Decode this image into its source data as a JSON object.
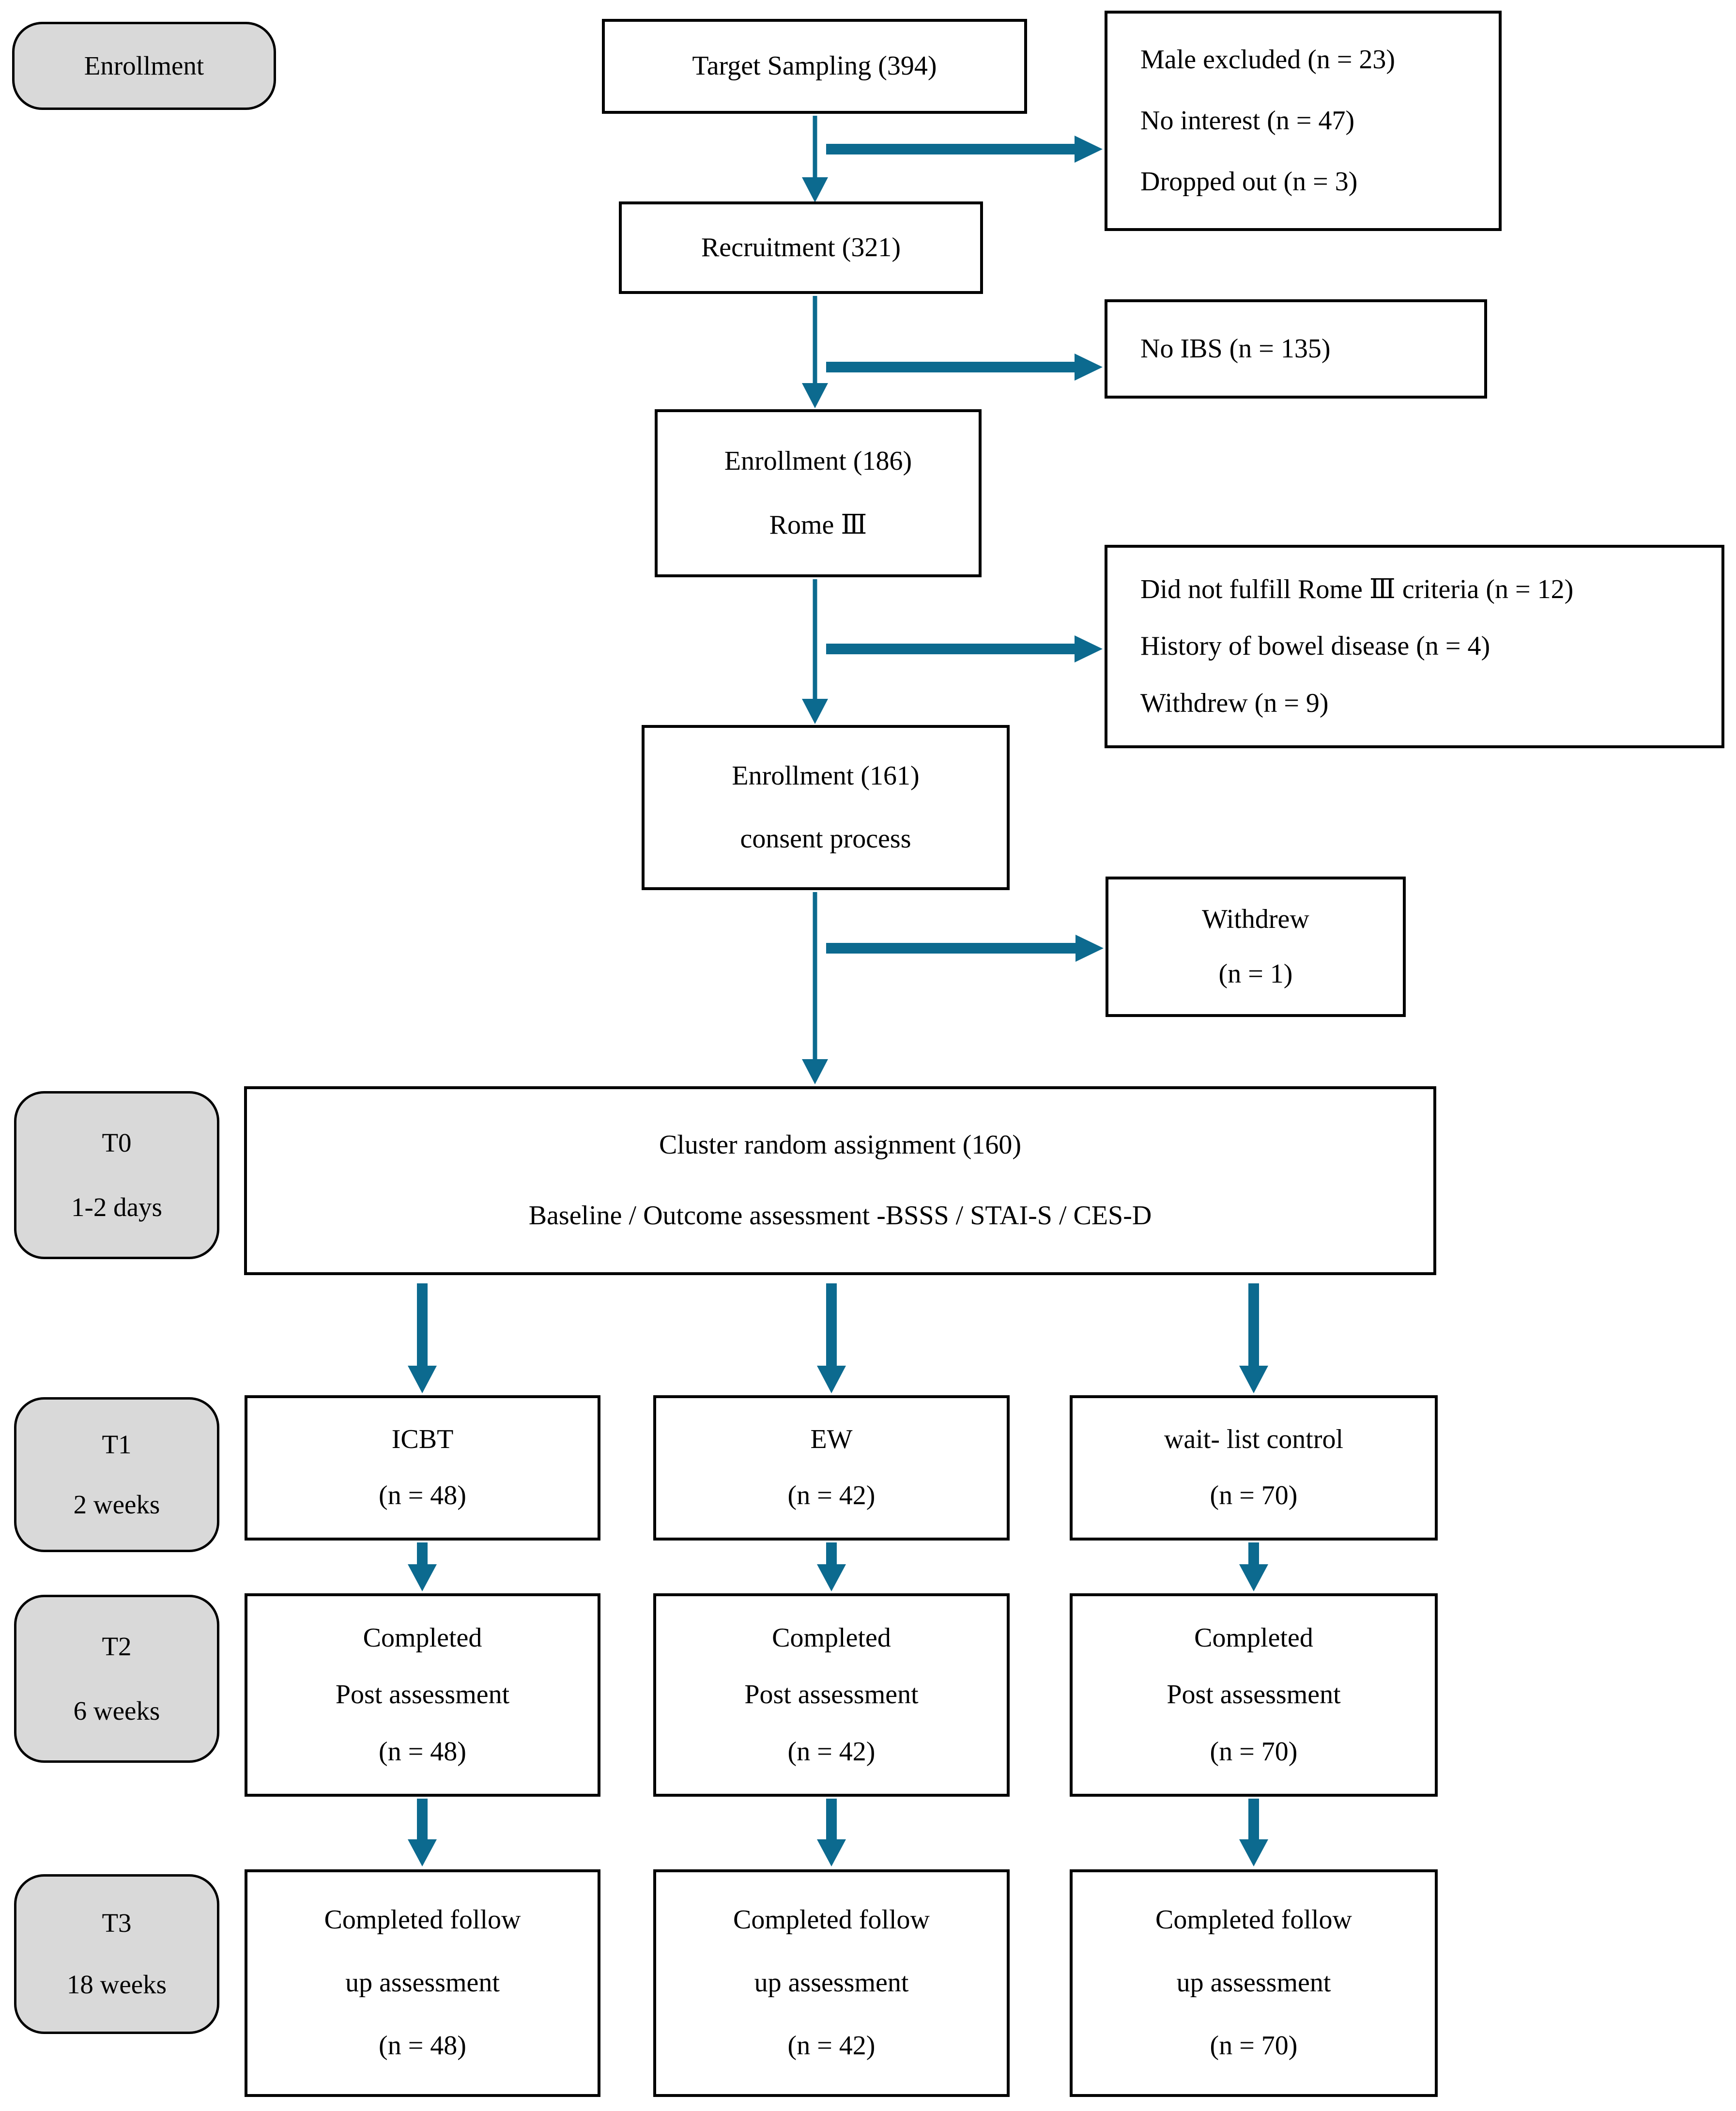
{
  "colors": {
    "arrow": "#0c6a8f",
    "label_fill": "#d9d9d9",
    "box_border": "#000000",
    "background": "#ffffff"
  },
  "stage_labels": {
    "enrollment": {
      "lines": [
        "Enrollment"
      ]
    },
    "t0": {
      "lines": [
        "T0",
        "1-2 days"
      ]
    },
    "t1": {
      "lines": [
        "T1",
        "2 weeks"
      ]
    },
    "t2": {
      "lines": [
        "T2",
        "6 weeks"
      ]
    },
    "t3": {
      "lines": [
        "T3",
        "18 weeks"
      ]
    }
  },
  "boxes": {
    "target_sampling": {
      "lines": [
        "Target Sampling (394)"
      ]
    },
    "pre_recruitment_exclusions": {
      "lines": [
        "Male excluded (n = 23)",
        "No interest (n = 47)",
        "Dropped out (n = 3)"
      ]
    },
    "recruitment": {
      "lines": [
        "Recruitment (321)"
      ]
    },
    "no_ibs": {
      "lines": [
        "No IBS (n = 135)"
      ]
    },
    "enrollment_rome": {
      "lines": [
        "Enrollment (186)",
        "Rome Ⅲ"
      ]
    },
    "rome_exclusions": {
      "lines": [
        "Did not fulfill Rome Ⅲ criteria (n = 12)",
        "History of bowel disease (n = 4)",
        "Withdrew (n = 9)"
      ]
    },
    "enrollment_consent": {
      "lines": [
        "Enrollment (161)",
        "consent process"
      ]
    },
    "withdrew": {
      "lines": [
        "Withdrew",
        "(n = 1)"
      ]
    },
    "cluster_assignment": {
      "lines": [
        "Cluster random assignment (160)",
        "Baseline / Outcome assessment -BSSS / STAI-S / CES-D"
      ]
    },
    "icbt": {
      "lines": [
        "ICBT",
        "(n = 48)"
      ]
    },
    "ew": {
      "lines": [
        "EW",
        "(n = 42)"
      ]
    },
    "wait_list": {
      "lines": [
        "wait- list control",
        "(n = 70)"
      ]
    },
    "icbt_post": {
      "lines": [
        "Completed",
        "Post assessment",
        "(n = 48)"
      ]
    },
    "ew_post": {
      "lines": [
        "Completed",
        "Post assessment",
        "(n = 42)"
      ]
    },
    "wait_list_post": {
      "lines": [
        "Completed",
        "Post assessment",
        "(n = 70)"
      ]
    },
    "icbt_followup": {
      "lines": [
        "Completed follow",
        "up assessment",
        "(n = 48)"
      ]
    },
    "ew_followup": {
      "lines": [
        "Completed follow",
        "up assessment",
        "(n = 42)"
      ]
    },
    "wait_list_followup": {
      "lines": [
        "Completed follow",
        "up assessment",
        "(n = 70)"
      ]
    }
  }
}
